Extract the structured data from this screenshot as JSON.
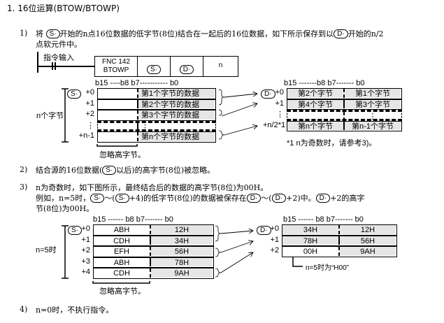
{
  "heading": "1. 16位运算(BTOW/BTOWP)",
  "items": {
    "item1": {
      "num": "1)",
      "part1": "将",
      "s_op": "S·",
      "part2": "开始的n点16位数据的低字节(8位)结合在一起后的16位数据，如下所示保存到以",
      "d_op": "D·",
      "part3": "开始的n/2",
      "line2": "点软元件中。"
    },
    "item2": {
      "num": "2)",
      "part1": "结合源的16位数据(",
      "s_op": "S·",
      "part2": "以后)的高字节(8位)被忽略。"
    },
    "item3": {
      "num": "3)",
      "line1": "n为奇数时，如下图所示，最终结合后的数据的高字节(8位)为00H。",
      "l2_a": "例如，n=5时，",
      "s_op": "S·",
      "l2_b": "～(",
      "l2_c": "+4)的低字节(8位)的数据被保存在",
      "d_op": "D·",
      "l2_d": "～(",
      "l2_e": "+2)中。",
      "l2_f": "+2的高字",
      "line3": "节(8位)为00H。"
    },
    "item4": {
      "num": "4)",
      "text": "n=0时，不执行指令。"
    }
  },
  "ladder": {
    "input_label": "指令输入",
    "fnc_line1": "FNC 142",
    "fnc_line2": "BTOWP",
    "op1": "S·",
    "op2": "D·",
    "op3": "n"
  },
  "diagram1": {
    "bit_header": "b15 ----b8 b7----------- b0",
    "dest_bit_header": "b15 -------b8 b7------- b0",
    "side_label": "n个字节",
    "src_offsets": [
      "+0",
      "+1",
      "+2",
      "⋮",
      "+n-1"
    ],
    "src_low": [
      "第1个字节的数据",
      "第2个字节的数据",
      "第3个字节的数据",
      "⋮",
      "第n个字节的数据"
    ],
    "ignore_label": "忽略高字节。",
    "dest_offsets": [
      "+0",
      "+1",
      "⋮",
      "+n/2*1"
    ],
    "dest_high": [
      "第2个字节",
      "第4个字节",
      "",
      "第n个字节"
    ],
    "dest_low": [
      "第1个字节",
      "第3个字节",
      "⋮",
      "第n-1个字节"
    ],
    "footnote": "*1 n为奇数时，请参考3)。"
  },
  "diagram2": {
    "bit_header": "b15 ------ b8 b7------- b0",
    "side_label": "n=5时",
    "src_offsets": [
      "+0",
      "+1",
      "+2",
      "+3",
      "+4"
    ],
    "src_high": [
      "ABH",
      "CDH",
      "EFH",
      "ABH",
      "CDH"
    ],
    "src_low": [
      "12H",
      "34H",
      "56H",
      "78H",
      "9AH"
    ],
    "ignore_label": "忽略高字节。",
    "dest_offsets": [
      "+0",
      "+1",
      "+2"
    ],
    "dest_high": [
      "34H",
      "78H",
      "00H"
    ],
    "dest_low": [
      "12H",
      "56H",
      "9AH"
    ],
    "note": "n=5时为“H00”"
  },
  "colors": {
    "cell_fill": "#e6e6e6",
    "ink": "#000000"
  }
}
